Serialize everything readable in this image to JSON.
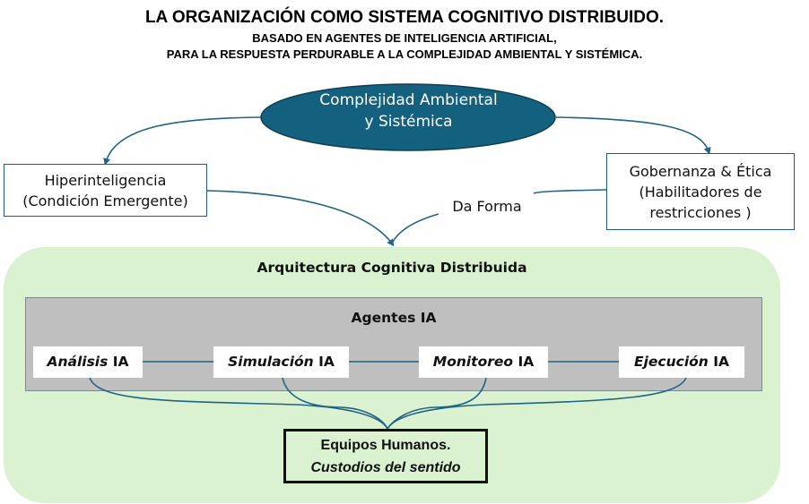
{
  "header": {
    "title": "LA ORGANIZACIÓN COMO SISTEMA COGNITIVO DISTRIBUIDO.",
    "subtitle_line1": "BASADO  EN AGENTES DE INTELIGENCIA ARTIFICIAL,",
    "subtitle_line2": "PARA  LA RESPUESTA  PERDURABLE   A LA COMPLEJIDAD AMBIENTAL  Y SISTÉMICA."
  },
  "source_node": {
    "line1": "Complejidad Ambiental",
    "line2": "y Sistémica"
  },
  "left_node": {
    "line1": "Hiperinteligencia",
    "line2": "(Condición Emergente)"
  },
  "right_node": {
    "line1": "Gobernanza & Ética",
    "line2": "(Habilitadores de",
    "line3": "restricciones )"
  },
  "connector_label": "Da Forma",
  "architecture": {
    "title": "Arquitectura Cognitiva Distribuida",
    "agents_panel": {
      "title": "Agentes IA",
      "agents": [
        {
          "name": "Análisis",
          "suffix": "IA"
        },
        {
          "name": "Simulación",
          "suffix": "IA"
        },
        {
          "name": "Monitoreo",
          "suffix": "IA"
        },
        {
          "name": "Ejecución",
          "suffix": "IA"
        }
      ]
    },
    "humans": {
      "line1": "Equipos Humanos.",
      "line2": "Custodios del sentido"
    }
  },
  "colors": {
    "ellipse_fill": "#14617f",
    "connector": "#1f6485",
    "green_panel": "#daf2d0",
    "gray_panel": "#bfbfbf"
  }
}
